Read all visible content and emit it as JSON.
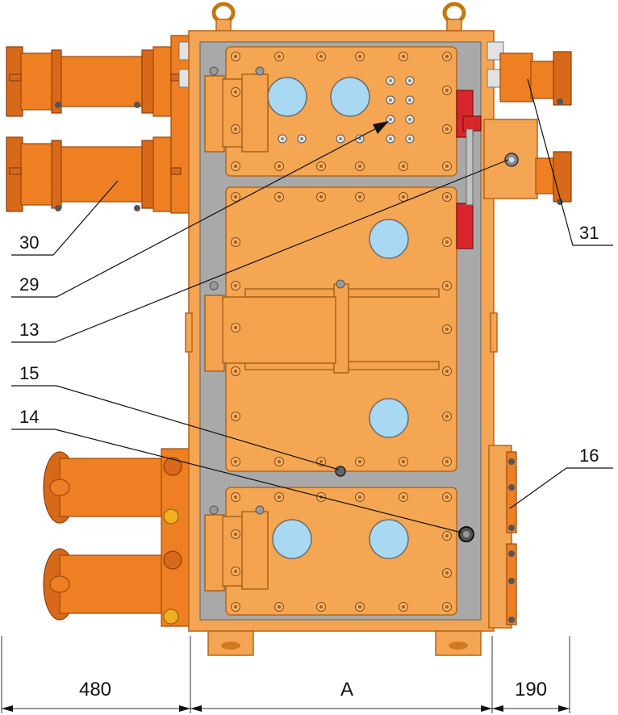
{
  "figure": {
    "callouts": [
      {
        "id": "c30",
        "text": "30"
      },
      {
        "id": "c29",
        "text": "29"
      },
      {
        "id": "c13",
        "text": "13"
      },
      {
        "id": "c15",
        "text": "15"
      },
      {
        "id": "c14",
        "text": "14"
      },
      {
        "id": "c31",
        "text": "31"
      },
      {
        "id": "c16",
        "text": "16"
      }
    ],
    "dimensions": {
      "left": "480",
      "center": "A",
      "right": "190"
    },
    "colors": {
      "housing": "#f3a553",
      "inner_panel": "#a9a9a9",
      "cable_entry": "#ee7f22",
      "window": "#a9d8f2",
      "interlock": "#d9262b"
    }
  }
}
